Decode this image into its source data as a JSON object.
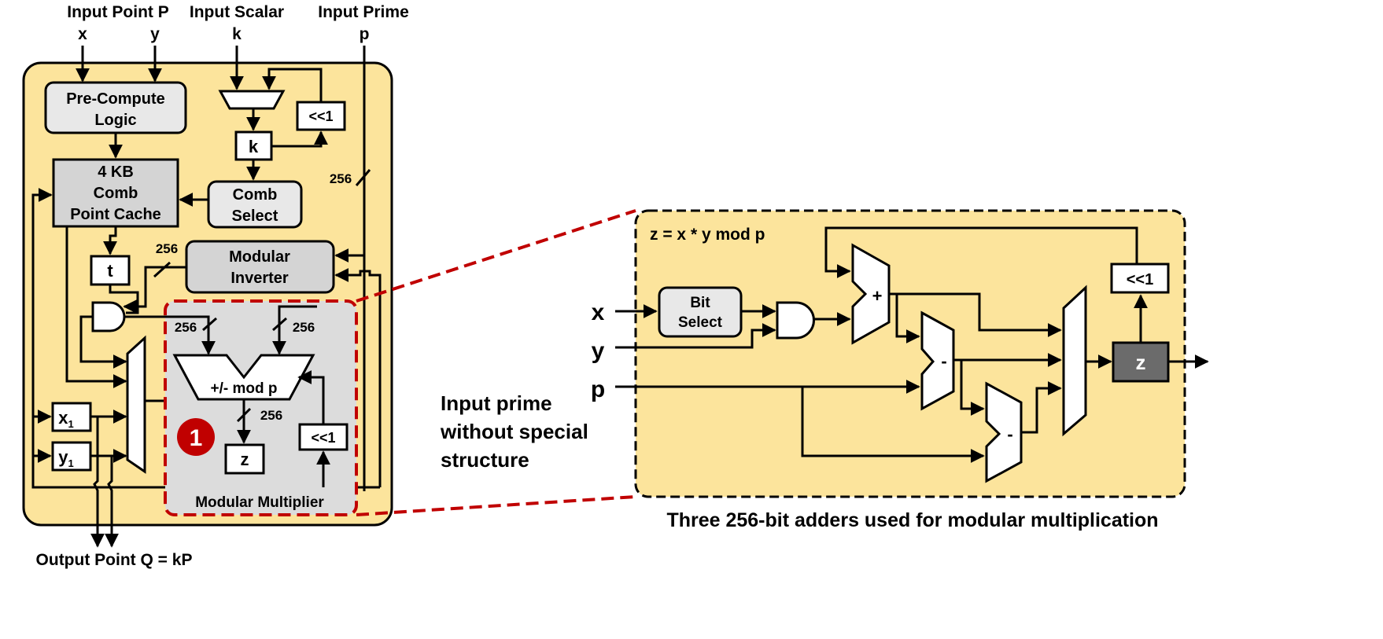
{
  "inputs": {
    "point_p": "Input Point P",
    "x": "x",
    "y": "y",
    "scalar": "Input Scalar",
    "k": "k",
    "prime": "Input Prime",
    "p": "p"
  },
  "output": "Output Point Q = kP",
  "blocks": {
    "precompute_line1": "Pre-Compute",
    "precompute_line2": "Logic",
    "cache_line1": "4 KB",
    "cache_line2": "Comb",
    "cache_line3": "Point Cache",
    "comb_select_line1": "Comb",
    "comb_select_line2": "Select",
    "k_reg": "k",
    "shift_left": "<<1",
    "t_reg": "t",
    "inverter_line1": "Modular",
    "inverter_line2": "Inverter",
    "x1": "x",
    "x1_sub": "1",
    "y1": "y",
    "y1_sub": "1"
  },
  "multiplier": {
    "title": "Modular Multiplier",
    "adder": "+/- mod p",
    "z": "z",
    "shift": "<<1",
    "badge": "1"
  },
  "bus_widths": {
    "prime": "256",
    "inverter": "256",
    "mult_in1": "256",
    "mult_in2": "256",
    "mult_out": "256"
  },
  "detail": {
    "formula": "z = x * y mod p",
    "x": "x",
    "y": "y",
    "p": "p",
    "bit_select_line1": "Bit",
    "bit_select_line2": "Select",
    "plus": "+",
    "minus1": "-",
    "minus2": "-",
    "shift": "<<1",
    "z": "z"
  },
  "annotation": {
    "line1": "Input prime",
    "line2": "without special",
    "line3": "structure"
  },
  "caption": "Three 256-bit adders used for modular multiplication",
  "colors": {
    "panel": "#fce49c",
    "block": "#e8e8e8",
    "mult_bg": "#dcdcdc",
    "highlight": "#c00000",
    "z_reg": "#6b6b6b"
  }
}
